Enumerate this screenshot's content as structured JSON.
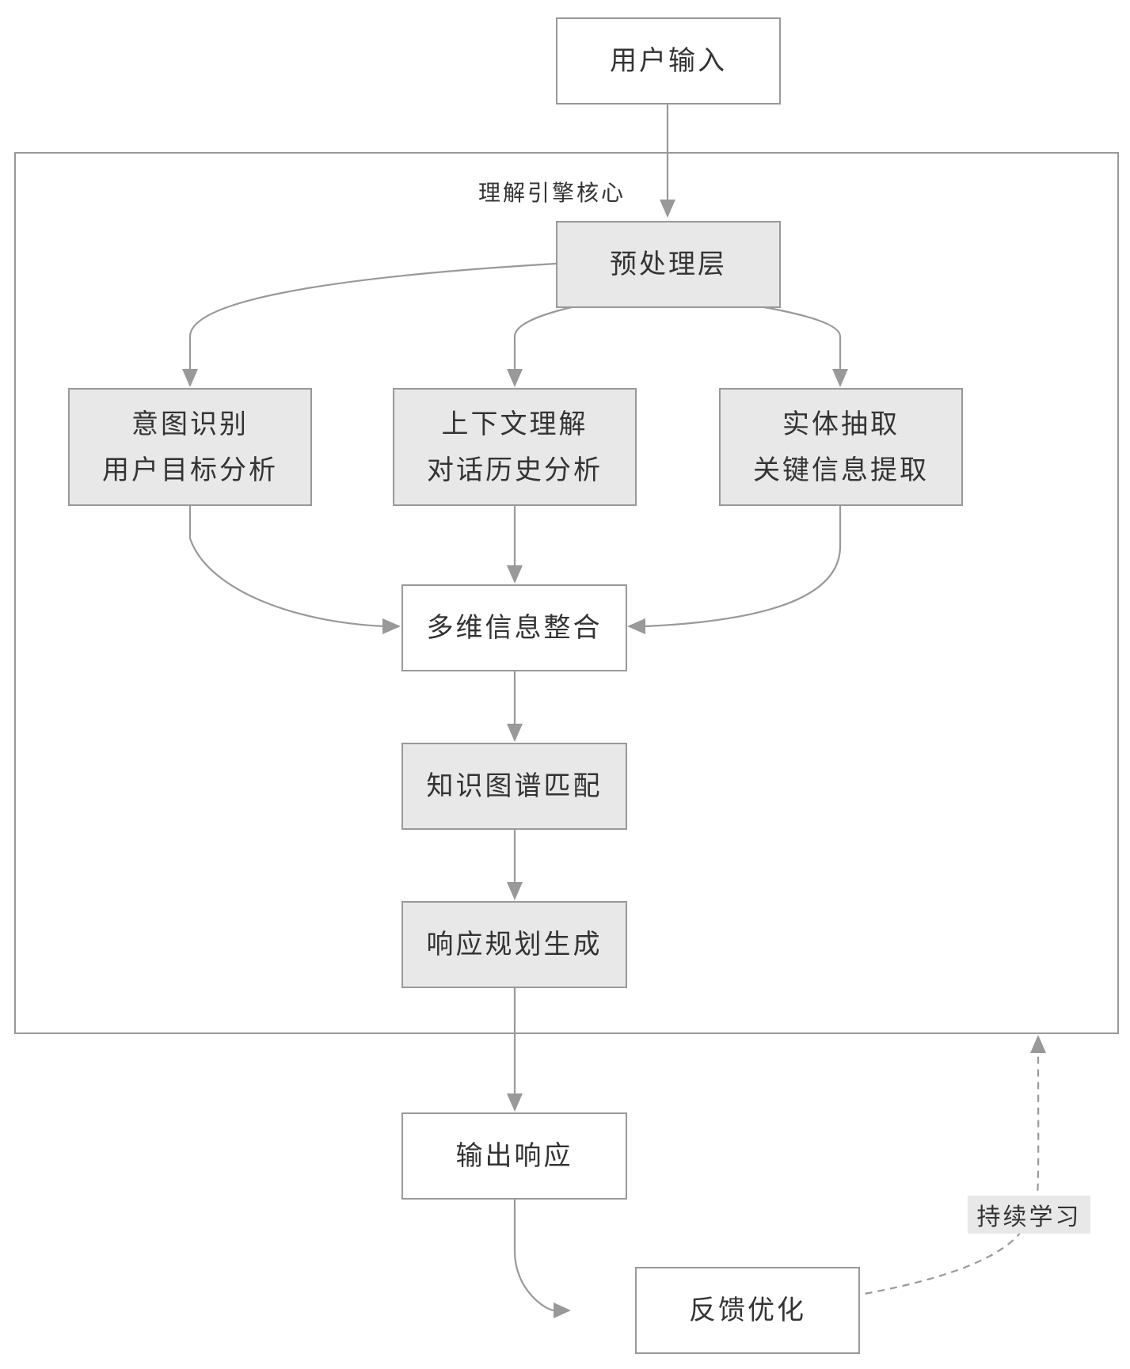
{
  "diagram": {
    "cluster": {
      "label": "理解引擎核心"
    },
    "nodes": {
      "user_input": {
        "lines": [
          "用户输入"
        ]
      },
      "preprocess": {
        "lines": [
          "预处理层"
        ]
      },
      "intent": {
        "lines": [
          "意图识别",
          "用户目标分析"
        ]
      },
      "context": {
        "lines": [
          "上下文理解",
          "对话历史分析"
        ]
      },
      "entity": {
        "lines": [
          "实体抽取",
          "关键信息提取"
        ]
      },
      "integrate": {
        "lines": [
          "多维信息整合"
        ]
      },
      "knowledge": {
        "lines": [
          "知识图谱匹配"
        ]
      },
      "plan": {
        "lines": [
          "响应规划生成"
        ]
      },
      "output": {
        "lines": [
          "输出响应"
        ]
      },
      "feedback": {
        "lines": [
          "反馈优化"
        ]
      }
    },
    "edges": [
      {
        "from": "用户输入",
        "to": "预处理层"
      },
      {
        "from": "预处理层",
        "to": "意图识别"
      },
      {
        "from": "预处理层",
        "to": "上下文理解"
      },
      {
        "from": "预处理层",
        "to": "实体抽取"
      },
      {
        "from": "意图识别",
        "to": "多维信息整合"
      },
      {
        "from": "上下文理解",
        "to": "多维信息整合"
      },
      {
        "from": "实体抽取",
        "to": "多维信息整合"
      },
      {
        "from": "多维信息整合",
        "to": "知识图谱匹配"
      },
      {
        "from": "知识图谱匹配",
        "to": "响应规划生成"
      },
      {
        "from": "响应规划生成",
        "to": "输出响应"
      },
      {
        "from": "输出响应",
        "to": "反馈优化"
      },
      {
        "from": "反馈优化",
        "to": "理解引擎核心",
        "label": "持续学习",
        "style": "dashed"
      }
    ],
    "edge_label": "持续学习",
    "colors": {
      "stroke": "#999999",
      "grey_fill": "#e8e8e8",
      "text": "#333333"
    }
  }
}
